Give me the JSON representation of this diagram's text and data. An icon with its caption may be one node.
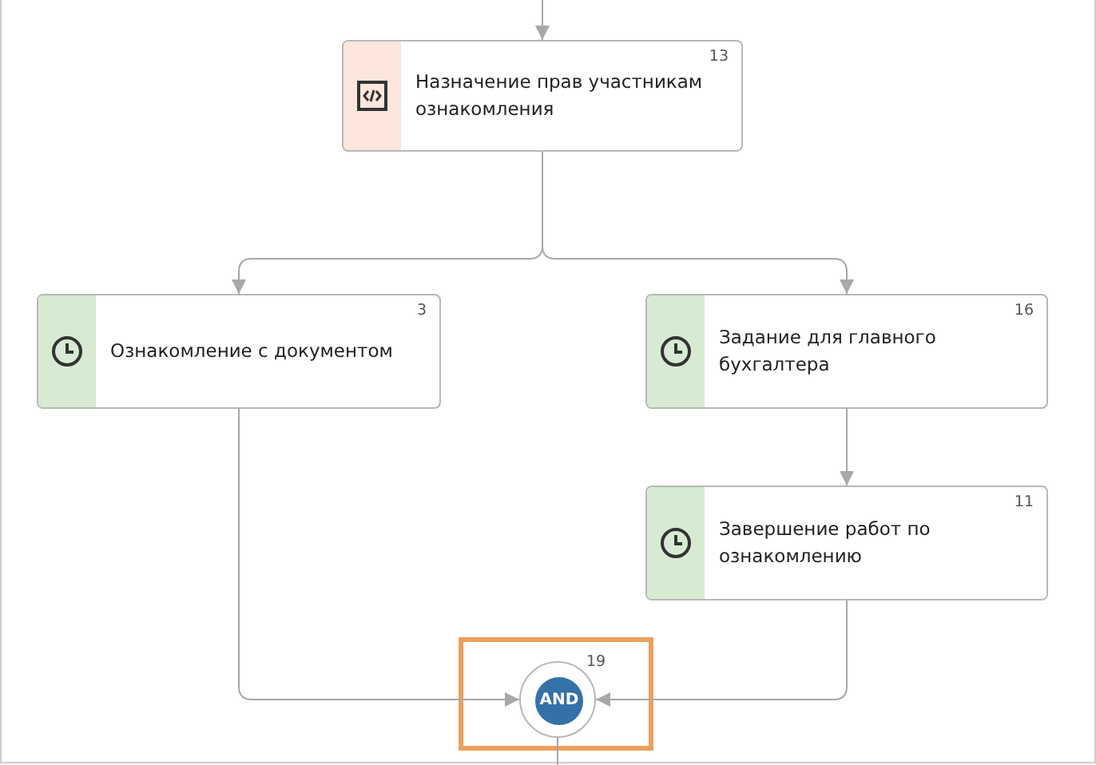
{
  "diagram": {
    "nodes": [
      {
        "text": [
          "Назначение прав участникам ознакомления",
          "13"
        ]
      },
      {
        "text": [
          "Ознакомление с документом",
          "3"
        ]
      },
      {
        "text": [
          "Задание для главного бухгалтера",
          "16"
        ]
      },
      {
        "text": [
          "Завершение работ по ознакомлению",
          "11"
        ]
      },
      {
        "text": [
          "AND"
        ],
        "beside": [
          "19"
        ]
      }
    ],
    "edges": [
      {
        "from": null,
        "to": 0,
        "arrow": "to"
      },
      {
        "from": 0,
        "to": 1,
        "arrow": "to"
      },
      {
        "from": 0,
        "to": 2,
        "arrow": "to"
      },
      {
        "from": 2,
        "to": 3,
        "arrow": "to"
      },
      {
        "from": 1,
        "to": 4,
        "arrow": "to"
      },
      {
        "from": 3,
        "to": 4,
        "arrow": "to"
      },
      {
        "from": 4,
        "to": null,
        "arrow": "none"
      }
    ]
  }
}
